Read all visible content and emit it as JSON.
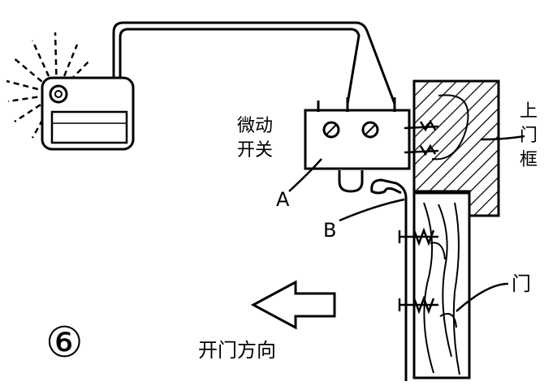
{
  "figure_number": "⑥",
  "labels": {
    "micro_switch_line1": "微动",
    "micro_switch_line2": "开关",
    "part_a": "A",
    "part_b": "B",
    "upper_frame_1": "上",
    "upper_frame_2": "门",
    "upper_frame_3": "框",
    "door": "门",
    "open_direction": "开门方向"
  },
  "icons": [
    "lamp-icon",
    "arrow-left-icon"
  ]
}
